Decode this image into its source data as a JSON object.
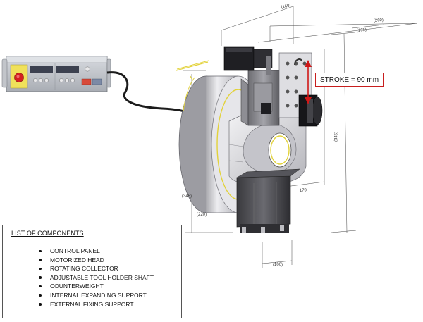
{
  "stroke_label": "STROKE = 90 mm",
  "components": {
    "title": "LIST OF COMPONENTS",
    "items": [
      "CONTROL PANEL",
      "MOTORIZED HEAD",
      "ROTATING COLLECTOR",
      "ADJUSTABLE TOOL HOLDER SHAFT",
      "COUNTERWEIGHT",
      "INTERNAL EXPANDING SUPPORT",
      "EXTERNAL FIXING SUPPORT"
    ]
  },
  "dimensions": {
    "d160": "(160)",
    "d260": "(260)",
    "d165": "(165)",
    "d345_right": "(345)",
    "d345_left": "(345)",
    "d170": "170",
    "d220": "(220)",
    "d100": "(100)"
  },
  "colors": {
    "stroke_arrow": "#d01818",
    "label_border": "#c81e1e",
    "accent_yellow": "#e2d23a",
    "stop_button": "#d42020"
  }
}
